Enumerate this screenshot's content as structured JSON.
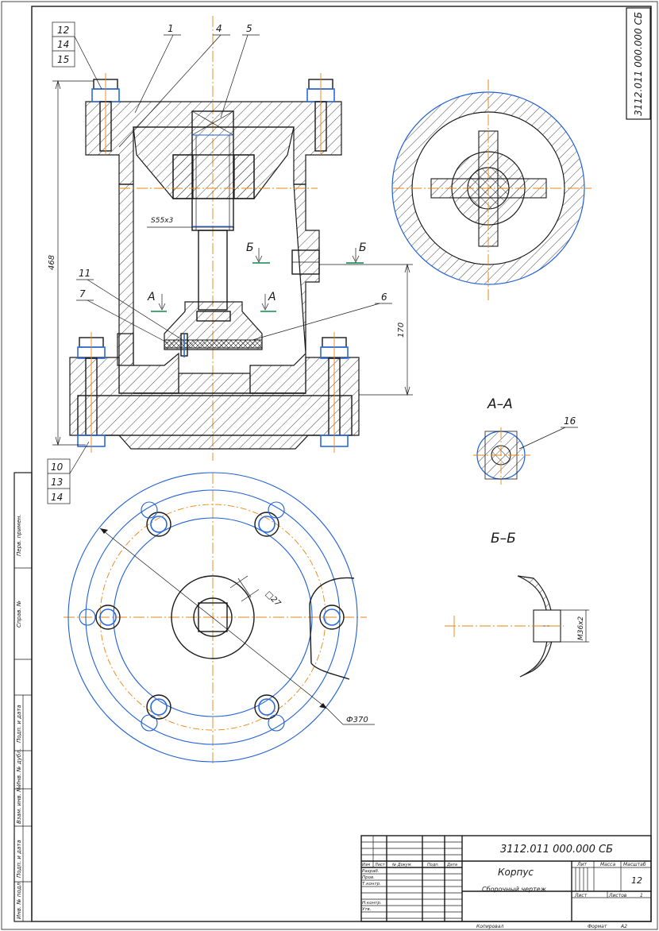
{
  "designation": "3112.011 000.000  СБ",
  "designation_stamp": "3112.011 000.000  СБ",
  "title_name": "Корпус",
  "title_doc": "Сборочный чертеж",
  "mass_scale_value": "12",
  "title_headers": {
    "lit": "Лит",
    "mass": "Масса",
    "scale": "Масштаб"
  },
  "sheet_labels": {
    "sheet": "Лист",
    "sheets": "Листов",
    "sheets_count": "1"
  },
  "rev_headers": {
    "izm": "Изм",
    "list": "Лист",
    "doc": "№ Докум.",
    "sign": "Подп.",
    "date": "Дата"
  },
  "roles": {
    "razrab": "Разраб.",
    "prov": "Пров.",
    "tkontr": "Т.контр.",
    "nkontr": "Н.контр.",
    "utv": "Утв."
  },
  "footer": {
    "copied": "Копировал",
    "format": "Формат",
    "format_value": "А2"
  },
  "side_strip": [
    "Перв. примен.",
    "Справ. №",
    "Подп. и дата",
    "Инв. № дубл.",
    "Взам. инв. №",
    "Подп. и дата",
    "Инв. № подл."
  ],
  "callouts": {
    "c1": "1",
    "c4": "4",
    "c5": "5",
    "c6": "6",
    "c7": "7",
    "c11": "11",
    "c16": "16",
    "top_stack": [
      "12",
      "14",
      "15"
    ],
    "bottom_stack": [
      "10",
      "13",
      "14"
    ]
  },
  "dimensions": {
    "overall_height": "468",
    "section_height": "170",
    "thread_main": "S55x3",
    "square": "□27",
    "diameter": "Ф370",
    "thread_port": "M36x2"
  },
  "section_marks": {
    "a": "А",
    "b": "Б"
  },
  "section_titles": {
    "aa": "А–А",
    "bb": "Б–Б"
  }
}
